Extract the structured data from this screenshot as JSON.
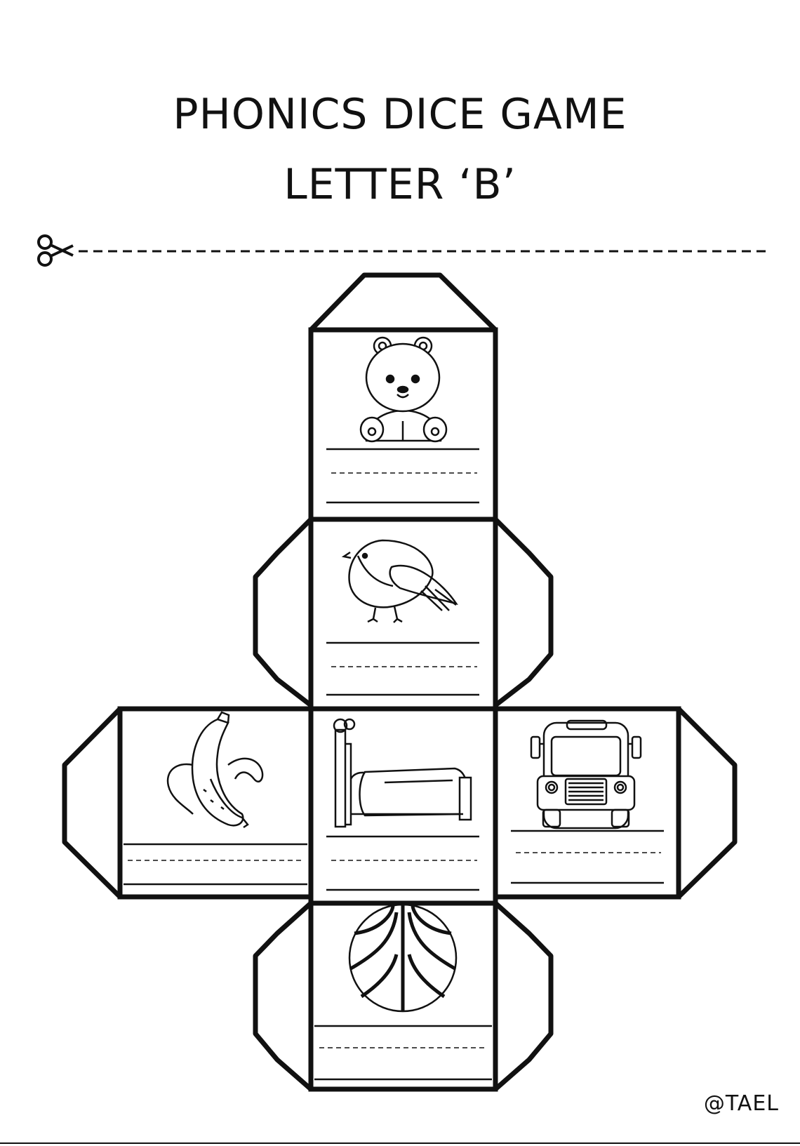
{
  "header": {
    "title": "PHONICS DICE GAME",
    "subtitle": "LETTER ‘B’"
  },
  "cut_line": {
    "icon": "scissors-icon"
  },
  "dice": {
    "faces": [
      {
        "picture": "bear-icon"
      },
      {
        "picture": "bird-icon"
      },
      {
        "picture": "banana-icon"
      },
      {
        "picture": "bed-icon"
      },
      {
        "picture": "bus-icon"
      },
      {
        "picture": "basketball-icon"
      }
    ]
  },
  "footer": {
    "credit": "@TAEL"
  }
}
